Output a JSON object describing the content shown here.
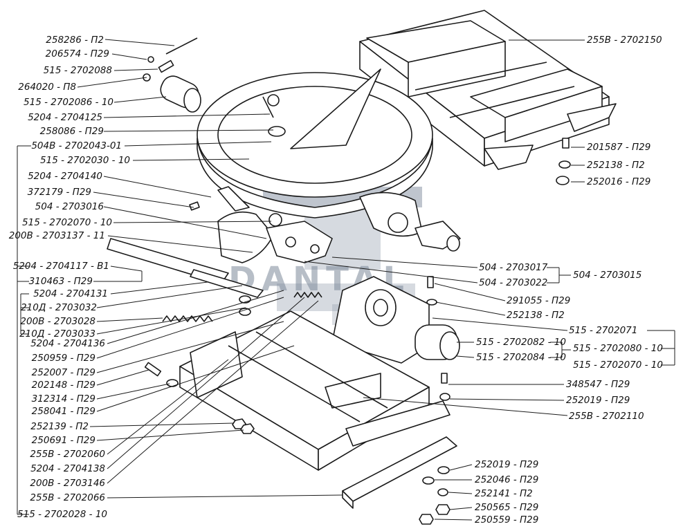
{
  "diagram": {
    "colors": {
      "line": "#1a1a1a",
      "fill": "#ffffff",
      "watermark": "#7d8a9a"
    },
    "watermark": "DANTAL",
    "labels_left": [
      "258286 - П2",
      "206574 - П29",
      "515 - 2702088",
      "264020 - П8",
      "515 - 2702086 - 10",
      "5204 - 2704125",
      "258086 - П29",
      "504В - 2702043-01",
      "515 - 2702030 - 10",
      "5204 - 2704140",
      "372179 - П29",
      "504 - 2703016",
      "515 - 2702070 - 10",
      "200В - 2703137 - 11",
      "5204 - 2704117 - В1",
      "310463 - П29",
      "5204 - 2704131",
      "210Д - 2703032",
      "200В - 2703028",
      "210Д - 2703033",
      "5204 - 2704136",
      "250959 - П29",
      "252007 - П29",
      "202148 - П29",
      "312314 - П29",
      "258041 - П29",
      "252139 - П2",
      "250691 - П29",
      "255В - 2702060",
      "5204 - 2704138",
      "200В - 2703146",
      "255В - 2702066",
      "515 - 2702028 - 10"
    ],
    "labels_right": [
      "255В - 2702150",
      "201587 - П29",
      "252138 - П2",
      "252016 - П29",
      "504 - 2703017",
      "504 - 2703022",
      "504 - 2703015",
      "291055 - П29",
      "252138 - П2",
      "515 - 2702071",
      "515 - 2702082 - 10",
      "515 - 2702080 - 10",
      "515 - 2702084 - 10",
      "515 - 2702070 - 10",
      "348547 - П29",
      "252019 - П29",
      "255В - 2702110",
      "252019 - П29",
      "252046 - П29",
      "252141 - П2",
      "250565 - П29",
      "250559 - П29"
    ]
  }
}
